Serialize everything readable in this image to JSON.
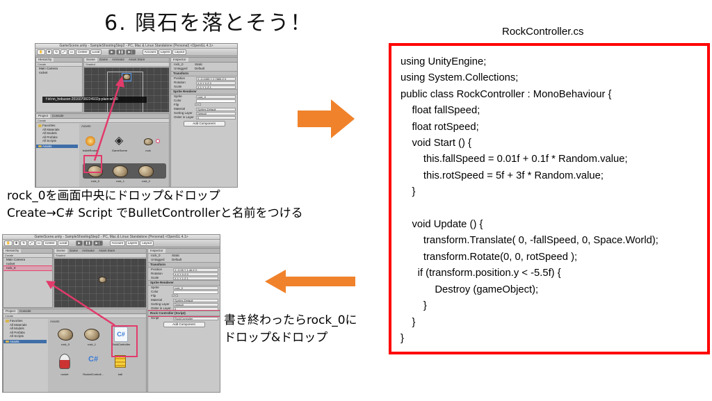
{
  "slide": {
    "title": "6. 隕石を落とそう！",
    "file_name": "RockController.cs",
    "caption_top_1": "rock_0を画面中央にドロップ&ドロップ",
    "caption_top_2": "Create→C# Script でBulletControllerと名前をつける",
    "caption_bottom_1": "書き終わったらrock_0に",
    "caption_bottom_2": "ドロップ&ドロップ",
    "accent_red": "#ff0000",
    "accent_pink": "#e23a6b",
    "arrow_orange": "#f0822b"
  },
  "code_lines": [
    "using UnityEngine;",
    "using System.Collections;",
    "public class RockController : MonoBehaviour {",
    "    float fallSpeed;",
    "    float rotSpeed;",
    "    void Start () {",
    "        this.fallSpeed = 0.01f + 0.1f * Random.value;",
    "        this.rotSpeed = 5f + 3f * Random.value;",
    "    }",
    "",
    "    void Update () {",
    "        transform.Translate( 0, -fallSpeed, 0, Space.World);",
    "        transform.Rotate(0, 0, rotSpeed );",
    "      if (transform.position.y < -5.5f) {",
    "            Destroy (gameObject);",
    "        }",
    "    }",
    "}"
  ],
  "unity_top": {
    "window_title": "GameScene.unity - SampleShootingStep2 - PC, Mac & Linux Standalone (Personal) <OpenGL 4.1>",
    "toolbar": {
      "center": "Center",
      "local": "Local",
      "account": "Account",
      "layers": "Layers",
      "layout": "Layout"
    },
    "hierarchy_tab": "Hierarchy",
    "create": "Create",
    "hierarchy_items": [
      "Main Camera",
      "rocket"
    ],
    "scene_tab": "Scene",
    "game_tab": "Game",
    "animator_tab": "Animator",
    "asset_store_tab": "Asset Store",
    "shaded": "Shaded",
    "tooltip": "f:id:nn_hokuson:20160708224932p:plain:w500",
    "project_tab": "Project",
    "console_tab": "Console",
    "favorites": "Favorites",
    "tree": [
      "All Materials",
      "All Models",
      "All Prefabs",
      "All Scripts"
    ],
    "assets_folder": "Assets",
    "assets_header": "Assets",
    "assets": [
      "bulletRocket",
      "GameScene",
      "rock",
      "rock_0",
      "rock_1",
      "rock_2"
    ],
    "inspector_tab": "Inspector",
    "object_name": "rock_0",
    "tag": "Untagged",
    "layer": "Default",
    "static": "Static",
    "transform": "Transform",
    "position": "Position",
    "rotation": "Rotation",
    "scale": "Scale",
    "pos_val": "X -0.1065  Y 2.7865  Z 0",
    "rot_val": "X 0  Y 0  Z 0",
    "scale_val": "X 1  Y 1  Z 1",
    "sprite_renderer": "Sprite Renderer",
    "sprite": "Sprite",
    "sprite_val": "rock_0",
    "color": "Color",
    "flip": "Flip",
    "material": "Material",
    "material_val": "Sprites-Default",
    "sorting_layer": "Sorting Layer",
    "sorting_val": "Default",
    "order": "Order in Layer",
    "order_val": "0",
    "add_component": "Add Component"
  },
  "unity_bottom": {
    "window_title": "GameScene.unity - SampleShootingStep2 - PC, Mac & Linux Standalone (Personal) <OpenGL 4.1>",
    "hierarchy_items": [
      "Main Camera",
      "rocket",
      "rock_0"
    ],
    "assets": [
      "rock_0",
      "rock_1",
      "RockController",
      "rocket",
      "RocketControll...",
      "ball"
    ],
    "script_component": "Rock Controller (Script)",
    "script_label": "Script",
    "script_val": "RockController",
    "pos_val": "X -0.05  Y 1.46  Z 0"
  }
}
